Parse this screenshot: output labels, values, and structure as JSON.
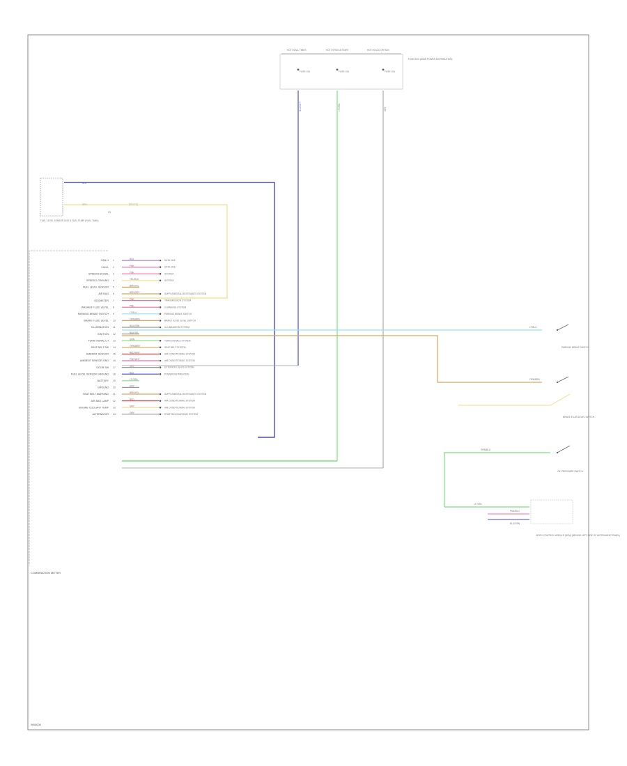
{
  "colors": {
    "blue": "#4a4ad8",
    "green": "#7be07b",
    "cyan": "#8ee6ee",
    "orange": "#d9a65a",
    "yellow": "#efe08a",
    "pink": "#f06fa8",
    "red": "#ee4444",
    "purple": "#a07ae0",
    "gray": "#999999",
    "dark": "#666666"
  },
  "top_connectors": [
    {
      "header": "HOT IN ALL TIMES",
      "fuse": "FUSE 10A",
      "wire": "BLU/WHT"
    },
    {
      "header": "HOT IN RUN & START",
      "fuse": "FUSE 10A",
      "wire": "LT GRN"
    },
    {
      "header": "HOT IN ACC OR RUN",
      "fuse": "FUSE 10A",
      "wire": "GRY"
    }
  ],
  "fuse_box_label": "FUSE BOX (MAIN POWER DISTRIBUTION)",
  "fuel_module": {
    "label": "FUEL LEVEL SENSOR UNIT & FUEL PUMP (FUEL TANK)",
    "wires": [
      "BLU",
      "BRN",
      "BRN/YEL"
    ],
    "splice": "S3"
  },
  "combination_meter_label": "COMBINATION METER",
  "meter_rows": [
    {
      "label": "CAN-H",
      "pin": "1",
      "wire": "BLU",
      "color": "purple",
      "dest": "DATA LINE"
    },
    {
      "label": "CAN-L",
      "pin": "2",
      "wire": "PNK",
      "color": "pink",
      "dest": "DATA LINE"
    },
    {
      "label": "SPEEDO SIGNAL",
      "pin": "3",
      "wire": "PNK",
      "color": "pink",
      "dest": "SYSTEM"
    },
    {
      "label": "SPEEDO GROUND",
      "pin": "4",
      "wire": "YEL/BLU",
      "color": "yellow",
      "dest": "SYSTEM"
    },
    {
      "label": "FUEL LEVEL SENSOR",
      "pin": "5",
      "wire": "BRN/YEL",
      "color": "orange",
      "dest": ""
    },
    {
      "label": "AIR BAG",
      "pin": "6",
      "wire": "BRN/GRY",
      "color": "orange",
      "dest": "SUPPLEMENTAL RESTRAINTS SYSTEM"
    },
    {
      "label": "ODOMETER",
      "pin": "7",
      "wire": "PNK",
      "color": "pink",
      "dest": "TRANSMISSION SYSTEM"
    },
    {
      "label": "WASHER FLUID LEVEL",
      "pin": "8",
      "wire": "PNK",
      "color": "pink",
      "dest": "CHARGING SYSTEM"
    },
    {
      "label": "PARKING BRAKE SWITCH",
      "pin": "9",
      "wire": "LT BLU",
      "color": "cyan",
      "dest": "PARKING BRAKE SWITCH"
    },
    {
      "label": "BRAKE FLUID LEVEL",
      "pin": "10",
      "wire": "ORN/BRN",
      "color": "orange",
      "dest": "BRAKE FLUID LEVEL SWITCH"
    },
    {
      "label": "ILLUMINATION",
      "pin": "11",
      "wire": "BLU/GRN",
      "color": "gray",
      "dest": "ILLUMINATION SYSTEM"
    },
    {
      "label": "IGNITION",
      "pin": "12",
      "wire": "BLU/YEL",
      "color": "gray",
      "dest": ""
    },
    {
      "label": "TURN SIGNAL LH",
      "pin": "13",
      "wire": "GRN",
      "color": "green",
      "dest": "TURN SIGNALS SYSTEM"
    },
    {
      "label": "SEAT BELT SW",
      "pin": "14",
      "wire": "ORN/BRN",
      "color": "orange",
      "dest": "SEAT BELT SYSTEM"
    },
    {
      "label": "AMBIENT SENSOR",
      "pin": "15",
      "wire": "RED/WHT",
      "color": "red",
      "dest": "AIR CONDITIONING SYSTEM"
    },
    {
      "label": "AMBIENT SENSOR GND",
      "pin": "16",
      "wire": "PNK/WHT",
      "color": "pink",
      "dest": "AIR CONDITIONING SYSTEM"
    },
    {
      "label": "DOOR SW",
      "pin": "17",
      "wire": "GRY",
      "color": "gray",
      "dest": "EXTERIOR LIGHTS SYSTEM"
    },
    {
      "label": "FUEL LEVEL SENSOR GROUND",
      "pin": "18",
      "wire": "BLU",
      "color": "blue",
      "dest": "POWER DISTRIBUTION"
    },
    {
      "label": "BATTERY",
      "pin": "19",
      "wire": "LT GRN",
      "color": "green",
      "dest": ""
    },
    {
      "label": "GROUND",
      "pin": "20",
      "wire": "GRY",
      "color": "gray",
      "dest": ""
    },
    {
      "label": "SEAT BELT WARNING",
      "pin": "21",
      "wire": "BRN/YEL",
      "color": "orange",
      "dest": "SUPPLEMENTAL RESTRAINTS SYSTEM"
    },
    {
      "label": "AIR BAG LAMP",
      "pin": "22",
      "wire": "RED",
      "color": "red",
      "dest": "AIR CONDITIONING SYSTEM"
    },
    {
      "label": "ENGINE COOLANT TEMP",
      "pin": "23",
      "wire": "GRY",
      "color": "yellow",
      "dest": "AIR CONDITIONING SYSTEM"
    },
    {
      "label": "ALTERNATOR",
      "pin": "24",
      "wire": "GRY",
      "color": "gray",
      "dest": "STARTING/CHARGING SYSTEM"
    }
  ],
  "right_components": [
    {
      "label": "PARKING BRAKE SWITCH",
      "wire": "LT BLU"
    },
    {
      "label": "BRAKE FLUID LEVEL SWITCH",
      "wire": "ORN/BRN"
    },
    {
      "label": "OIL PRESSURE SWITCH",
      "wire": "GRN/BLU"
    }
  ],
  "bcm_label": "BODY CONTROL MODULE (BCM) (BEHIND LEFT SIDE OF INSTRUMENT PANEL)",
  "bcm_wires": [
    "LT GRN",
    "PNK/BLU",
    "BLU/GRN"
  ],
  "footer_code": "W00000"
}
